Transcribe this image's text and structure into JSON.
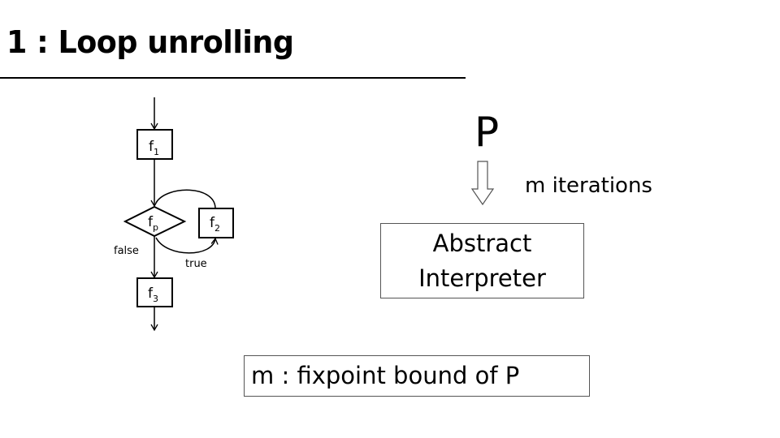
{
  "slide": {
    "title": "1 : Loop unrolling"
  },
  "flowchart": {
    "nodes": {
      "f1": {
        "base": "f",
        "sub": "1"
      },
      "fp": {
        "base": "f",
        "sub": "p"
      },
      "f2": {
        "base": "f",
        "sub": "2"
      },
      "f3": {
        "base": "f",
        "sub": "3"
      }
    },
    "edges": {
      "false_label": "false",
      "true_label": "true"
    }
  },
  "pipeline": {
    "program": "P",
    "arrow_label": "m iterations",
    "interpreter_line1": "Abstract",
    "interpreter_line2": "Interpreter"
  },
  "definition": {
    "text": "m : fixpoint bound of P"
  }
}
